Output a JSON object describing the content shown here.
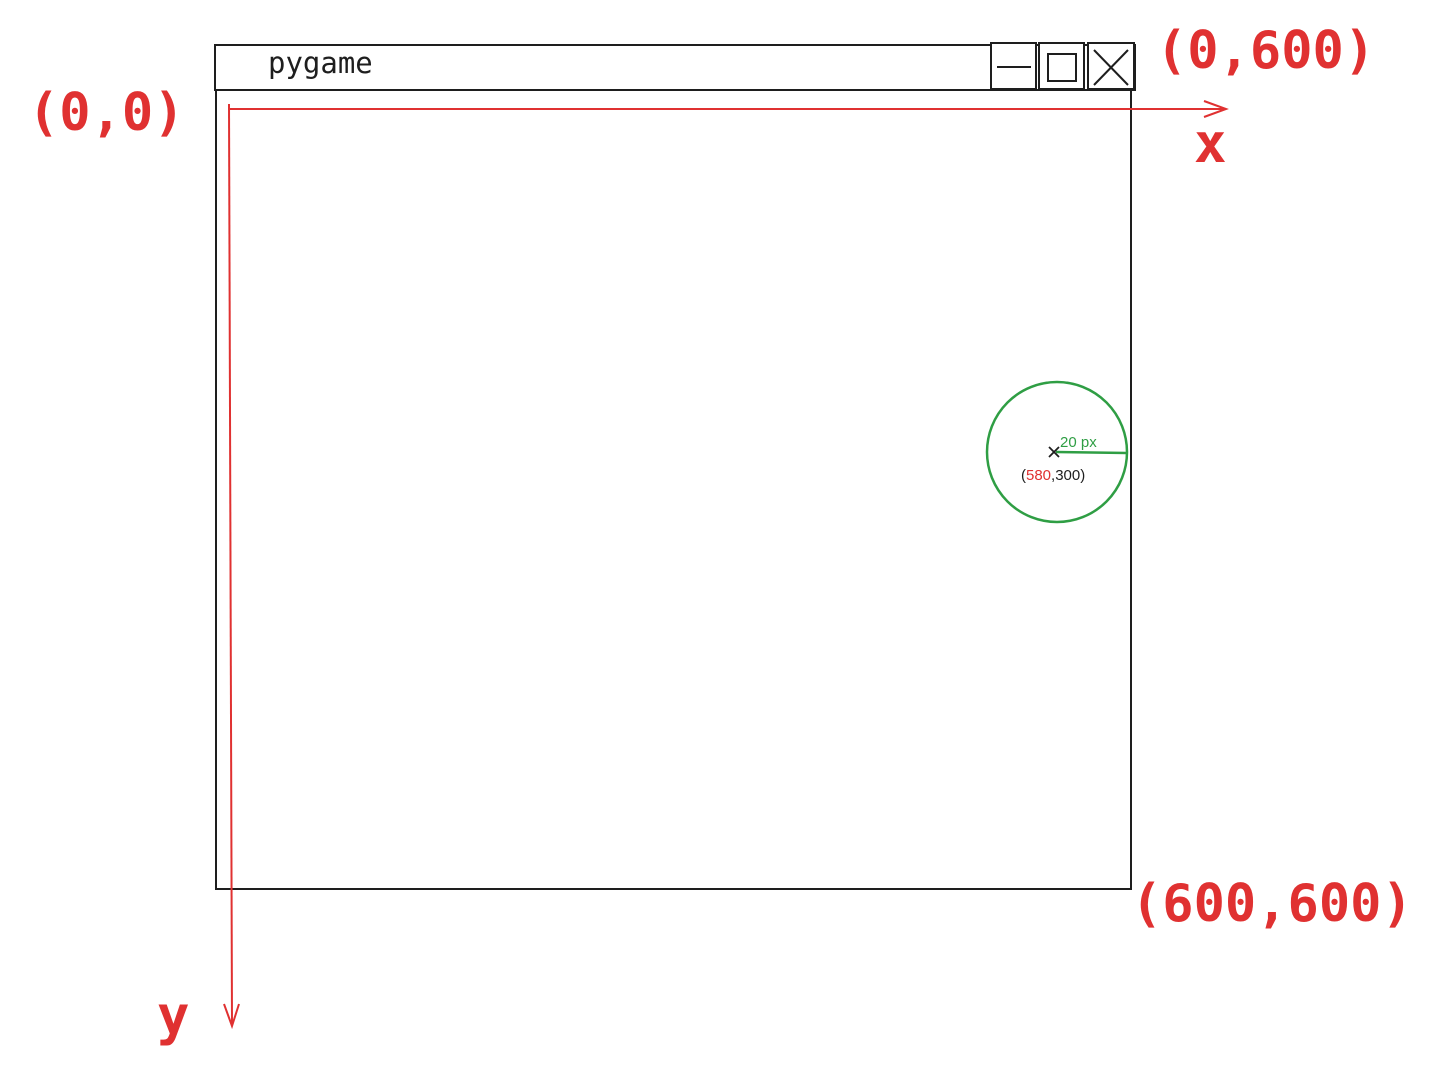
{
  "window": {
    "title": "pygame",
    "controls": [
      "minimize-icon",
      "maximize-icon",
      "close-icon"
    ]
  },
  "axes": {
    "x_label": "x",
    "y_label": "y"
  },
  "corner_labels": {
    "top_left": "(0,0)",
    "top_right": "(0,600)",
    "bottom_right": "(600,600)"
  },
  "circle": {
    "radius_label": "20 px",
    "center": {
      "open": "(",
      "x": "580",
      "rest": ",300)"
    }
  },
  "colors": {
    "axis": "#e03131",
    "circle": "#2f9e44",
    "window_stroke": "#1e1e1e"
  }
}
